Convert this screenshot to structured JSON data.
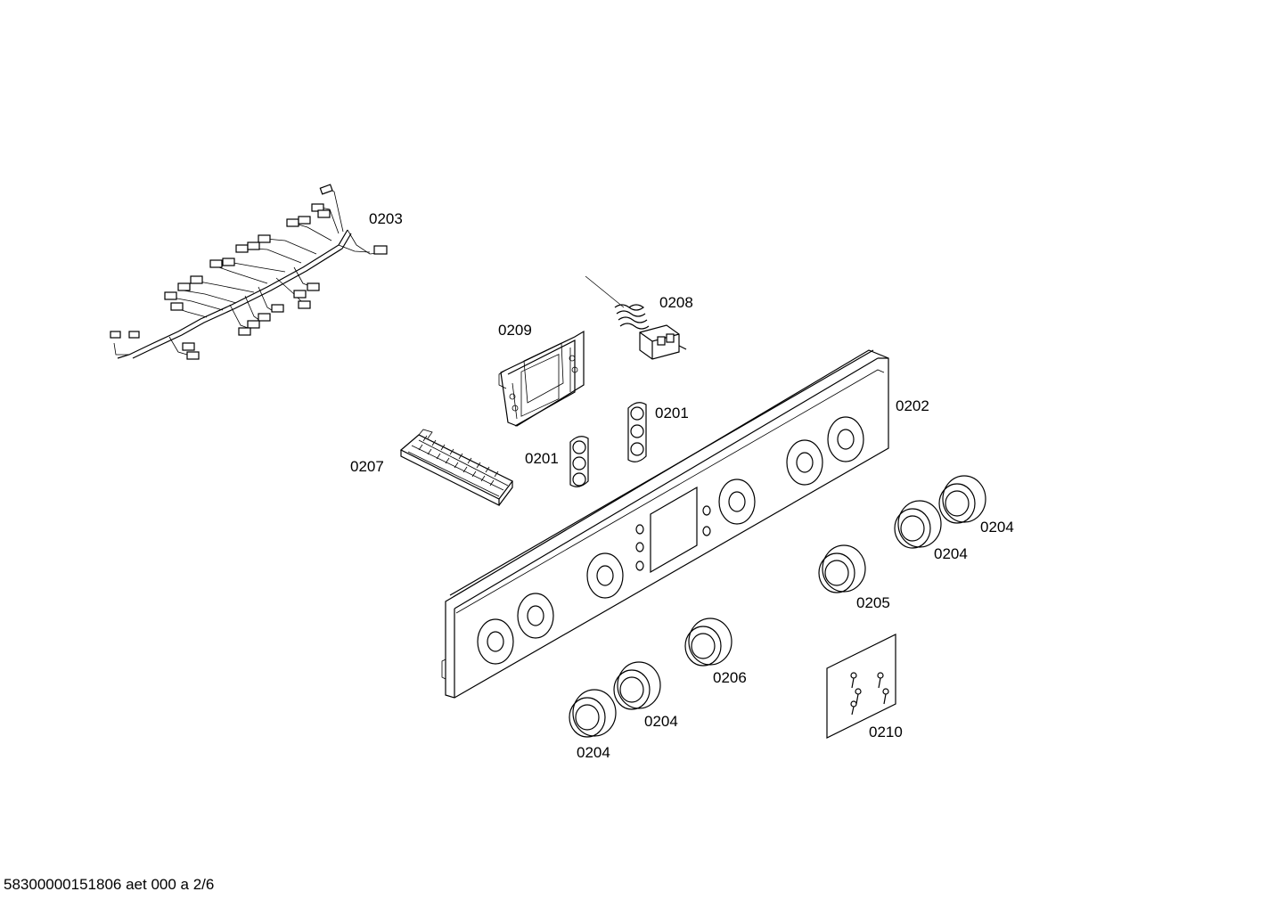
{
  "labels": {
    "p0203": "0203",
    "p0208": "0208",
    "p0209": "0209",
    "p0201a": "0201",
    "p0201b": "0201",
    "p0202": "0202",
    "p0207": "0207",
    "p0204a": "0204",
    "p0204b": "0204",
    "p0205": "0205",
    "p0206": "0206",
    "p0204c": "0204",
    "p0204d": "0204",
    "p0210": "0210"
  },
  "footer": {
    "doc_id": "58300000151806 aet 000 a 2/6"
  }
}
